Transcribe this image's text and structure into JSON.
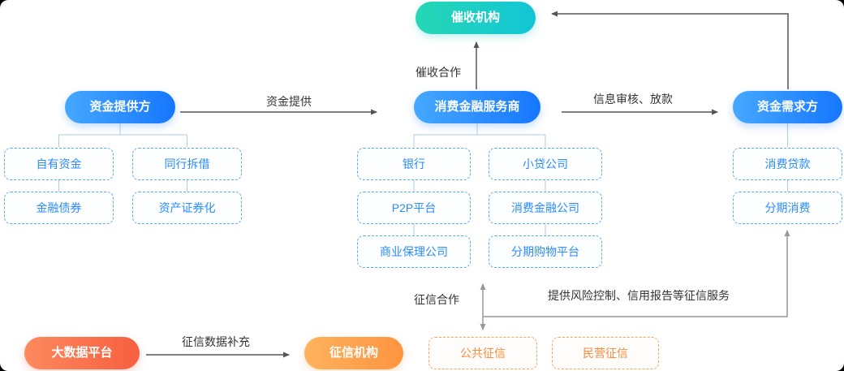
{
  "nodes": {
    "collection_agency": "催收机构",
    "fund_provider": "资金提供方",
    "finance_service_provider": "消费金融服务商",
    "fund_demander": "资金需求方",
    "big_data_platform": "大数据平台",
    "credit_bureau": "征信机构",
    "public_credit": "公共征信",
    "private_credit": "民营征信"
  },
  "groups": {
    "fund_provider_items": [
      "自有资金",
      "同行拆借",
      "金融债券",
      "资产证券化"
    ],
    "service_provider_items": [
      "银行",
      "小贷公司",
      "P2P平台",
      "消费金融公司",
      "商业保理公司",
      "分期购物平台"
    ],
    "fund_demander_items": [
      "消费贷款",
      "分期消费"
    ]
  },
  "edges": {
    "collection_coop": "催收合作",
    "fund_provision": "资金提供",
    "review_and_loan": "信息审核、放款",
    "credit_coop": "征信合作",
    "credit_services": "提供风险控制、信用报告等征信服务",
    "credit_data_supplement": "征信数据补充"
  },
  "colors": {
    "blue1": "#45a8ff",
    "blue2": "#1677ff",
    "teal1": "#26d7b4",
    "teal2": "#12c5d6",
    "coral1": "#fc8a5e",
    "coral2": "#f85f3f",
    "orange1": "#ffb25e",
    "orange2": "#ff9440",
    "blue_border": "#57aaff",
    "blue_text": "#2a8cff",
    "orange_border": "#ffa35c",
    "orange_text": "#ff8a3c",
    "line_dark": "#555555",
    "line_gray": "#999999",
    "connector": "#aacdee"
  }
}
